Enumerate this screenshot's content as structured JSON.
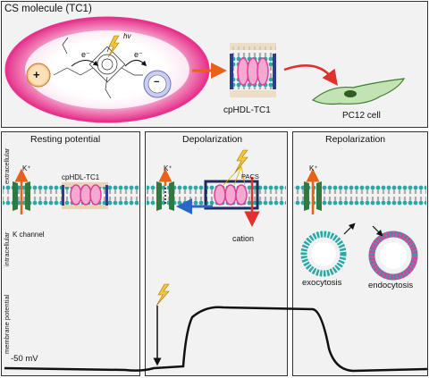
{
  "top": {
    "title": "CS molecule (TC1)",
    "plus": "+",
    "electron_left": "e⁻",
    "electron_right": "e⁻",
    "hv": "hv",
    "minus": "−",
    "cphdl_label": "cpHDL-TC1",
    "pc12_label": "PC12 cell"
  },
  "panels": {
    "resting": {
      "title": "Resting potential",
      "k_ion": "K⁺",
      "cphdl": "cpHDL-TC1",
      "k_channel": "K channel"
    },
    "depolarization": {
      "title": "Depolarization",
      "k_ion": "K⁺",
      "pacs": "PACS",
      "cation": "cation"
    },
    "repolarization": {
      "title": "Repolarization",
      "k_ion": "K⁺",
      "exocytosis": "exocytosis",
      "endocytosis": "endocytosis"
    }
  },
  "axis": {
    "extracellular": "extracellular",
    "intracellular": "intracellular",
    "membrane_potential": "membrane potential",
    "resting_value": "-50 mV"
  },
  "colors": {
    "ellipse": "#e6348c",
    "lipid": "#2aa8a8",
    "channel": "#2f7a3f",
    "k_arrow": "#e8611a",
    "cphdl_pink": "#e23c9a",
    "blue_arrow": "#2d64c8",
    "red_arrow": "#e2302d"
  }
}
